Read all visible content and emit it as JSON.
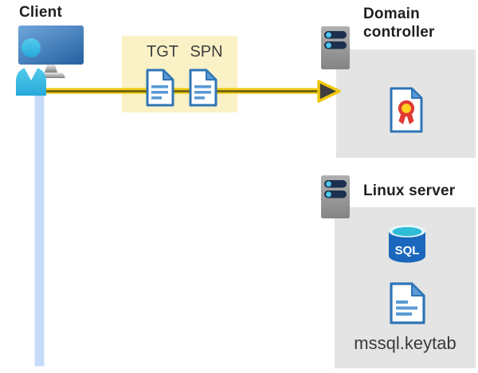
{
  "diagram": {
    "client": {
      "label": "Client"
    },
    "tickets": {
      "tgt": "TGT",
      "spn": "SPN"
    },
    "domain_controller": {
      "label": "Domain controller"
    },
    "linux_server": {
      "label": "Linux server",
      "database": "SQL",
      "keytab": "mssql.keytab"
    }
  },
  "colors": {
    "ticket_box_bg": "#faf1c6",
    "server_box_bg": "#e4e4e4",
    "arrow_yellow": "#f0c70d",
    "arrow_core": "#5a5618",
    "arrowhead_dark": "#3e3e3e",
    "document_blue": "#2e75b6",
    "document_line_blue": "#5b9bd5",
    "sql_body_blue": "#1a67bd",
    "sql_top_cyan": "#2fbcd7",
    "client_line_blue": "#c5dbf7",
    "monitor_blue_light": "#6fa6dc",
    "monitor_blue_dark": "#2d66a5",
    "person_cyan": "#35bde2",
    "server_gray": "#a9a9a9",
    "server_bar_navy": "#1c2f4e",
    "server_dot_cyan": "#4ec7ed",
    "certificate_red": "#e03a32",
    "certificate_yellow": "#ffd21e",
    "text_dark": "#1f1f1f"
  }
}
